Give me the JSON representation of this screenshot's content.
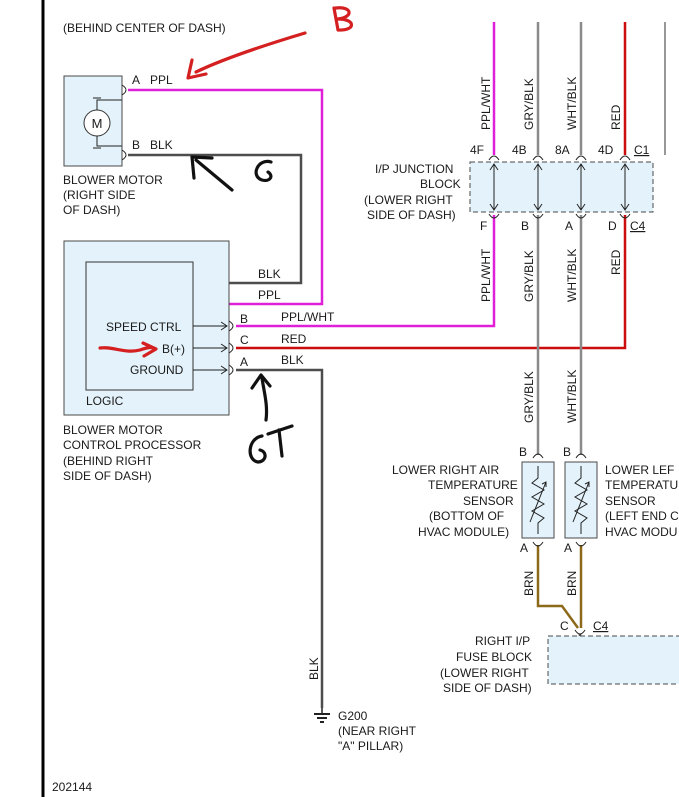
{
  "top_caption": "(BEHIND CENTER OF DASH)",
  "blower_motor": {
    "symbol": "M",
    "label_lines": [
      "BLOWER MOTOR",
      "(RIGHT SIDE",
      "OF DASH)"
    ],
    "pins": [
      {
        "pin": "A",
        "wire": "PPL"
      },
      {
        "pin": "B",
        "wire": "BLK"
      }
    ]
  },
  "processor": {
    "inner_label": "LOGIC",
    "label_lines": [
      "BLOWER MOTOR",
      "CONTROL PROCESSOR",
      "(BEHIND RIGHT",
      "SIDE OF DASH)"
    ],
    "upper_wires": [
      "BLK",
      "PPL"
    ],
    "inputs": [
      {
        "name": "SPEED CTRL",
        "pin": "B",
        "wire": "PPL/WHT"
      },
      {
        "name": "B(+)",
        "pin": "C",
        "wire": "RED"
      },
      {
        "name": "GROUND",
        "pin": "A",
        "wire": "BLK"
      }
    ]
  },
  "junction_block": {
    "label_lines": [
      "I/P JUNCTION",
      "BLOCK",
      "(LOWER RIGHT",
      "SIDE OF DASH)"
    ],
    "top_connector": "C1",
    "bottom_connector": "C4",
    "columns": [
      {
        "top_pin": "4F",
        "bottom_pin": "F",
        "wire": "PPL/WHT"
      },
      {
        "top_pin": "4B",
        "bottom_pin": "B",
        "wire": "GRY/BLK"
      },
      {
        "top_pin": "8A",
        "bottom_pin": "A",
        "wire": "WHT/BLK"
      },
      {
        "top_pin": "4D",
        "bottom_pin": "D",
        "wire": "RED"
      }
    ]
  },
  "sensors": [
    {
      "label_lines": [
        "LOWER RIGHT AIR",
        "TEMPERATURE",
        "SENSOR",
        "(BOTTOM OF",
        "HVAC MODULE)"
      ],
      "top_pin": "B",
      "bottom_pin": "A",
      "top_wire": "GRY/BLK",
      "bottom_wire": "BRN"
    },
    {
      "label_lines": [
        "LOWER LEF",
        "TEMPERATU",
        "SENSOR",
        "(LEFT END C",
        "HVAC MODU"
      ],
      "top_pin": "B",
      "bottom_pin": "A",
      "top_wire": "WHT/BLK",
      "bottom_wire": "BRN"
    }
  ],
  "fuse_block": {
    "label_lines": [
      "RIGHT I/P",
      "FUSE BLOCK",
      "(LOWER RIGHT",
      "SIDE OF DASH)"
    ],
    "pin": "C",
    "connector": "C4"
  },
  "ground": {
    "wire": "BLK",
    "label_lines": [
      "G200",
      "(NEAR RIGHT",
      "\"A\" PILLAR)"
    ]
  },
  "figure_number": "202144",
  "annotations": {
    "b": "B",
    "g": "G",
    "gt": "GT"
  },
  "colors": {
    "ppl": "#e020d8",
    "blk": "#4d4d4d",
    "red": "#cc0d0d",
    "gry": "#8a8a8a",
    "brn": "#8c6a1a",
    "component_fill": "#e4f3fb",
    "ink": "#111111",
    "red_ink": "#d42020"
  }
}
